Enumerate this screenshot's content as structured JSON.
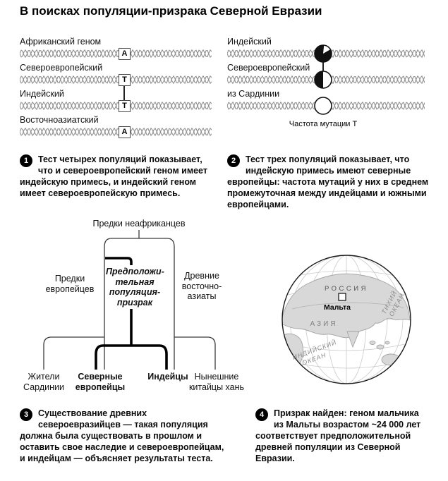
{
  "title": "В поисках популяции-призрака Северной Евразии",
  "four_pop_test": {
    "strands": [
      {
        "label": "Африканский геном",
        "allele": "A"
      },
      {
        "label": "Североевропейский",
        "allele": "T"
      },
      {
        "label": "Индейский",
        "allele": "T"
      },
      {
        "label": "Восточноазиатский",
        "allele": "A"
      }
    ]
  },
  "three_pop_test": {
    "strands": [
      {
        "label": "Индейский",
        "fraction": 0.85
      },
      {
        "label": "Североевропейский",
        "fraction": 0.5
      },
      {
        "label": "из Сардинии",
        "fraction": 0
      }
    ],
    "caption": "Частота мутации Т"
  },
  "notes": [
    {
      "number": "1",
      "text": "Тест четырех популяций показывает, что и североевропейский геном имеет индейскую примесь, и индейский геном имеет североевропейскую примесь."
    },
    {
      "number": "2",
      "text": "Тест трех популяций показывает, что индейскую примесь имеют северные европейцы: частота мутаций у них в среднем промежуточная между индейцами и южными европейцами."
    },
    {
      "number": "3",
      "text": "Существование древних североевразийцев — такая популяция должна была существовать в прошлом и оставить свое наследие и североевропейцам, и индейцам — объясняет результаты теста."
    },
    {
      "number": "4",
      "text": "Призрак найден: геном мальчика из Мальты возрастом ~24 000 лет соответствует предположительной древней популяции из Северной Евразии."
    }
  ],
  "tree": {
    "root": "Предки неафриканцев",
    "ancestors_europeans": "Предки\nевропейцев",
    "ghost": "Предположи-\nтельная\nпопуляция-\nпризрак",
    "ancient_east_asians": "Древние\nвосточно-\nазиаты",
    "leaves": {
      "sardinians": "Жители\nСардинии",
      "northern_europeans": "Северные\nевропейцы",
      "native_americans": "Индейцы",
      "han_chinese": "Нынешние\nкитайцы хань"
    }
  },
  "map": {
    "russia": "РОССИЯ",
    "malta": "Мальта",
    "asia": "АЗИЯ",
    "pacific_line1": "ТИХИЙ",
    "pacific_line2": "ОКЕАН",
    "indian_line1": "ИНДИЙСКИЙ",
    "indian_line2": "ОКЕАН"
  }
}
